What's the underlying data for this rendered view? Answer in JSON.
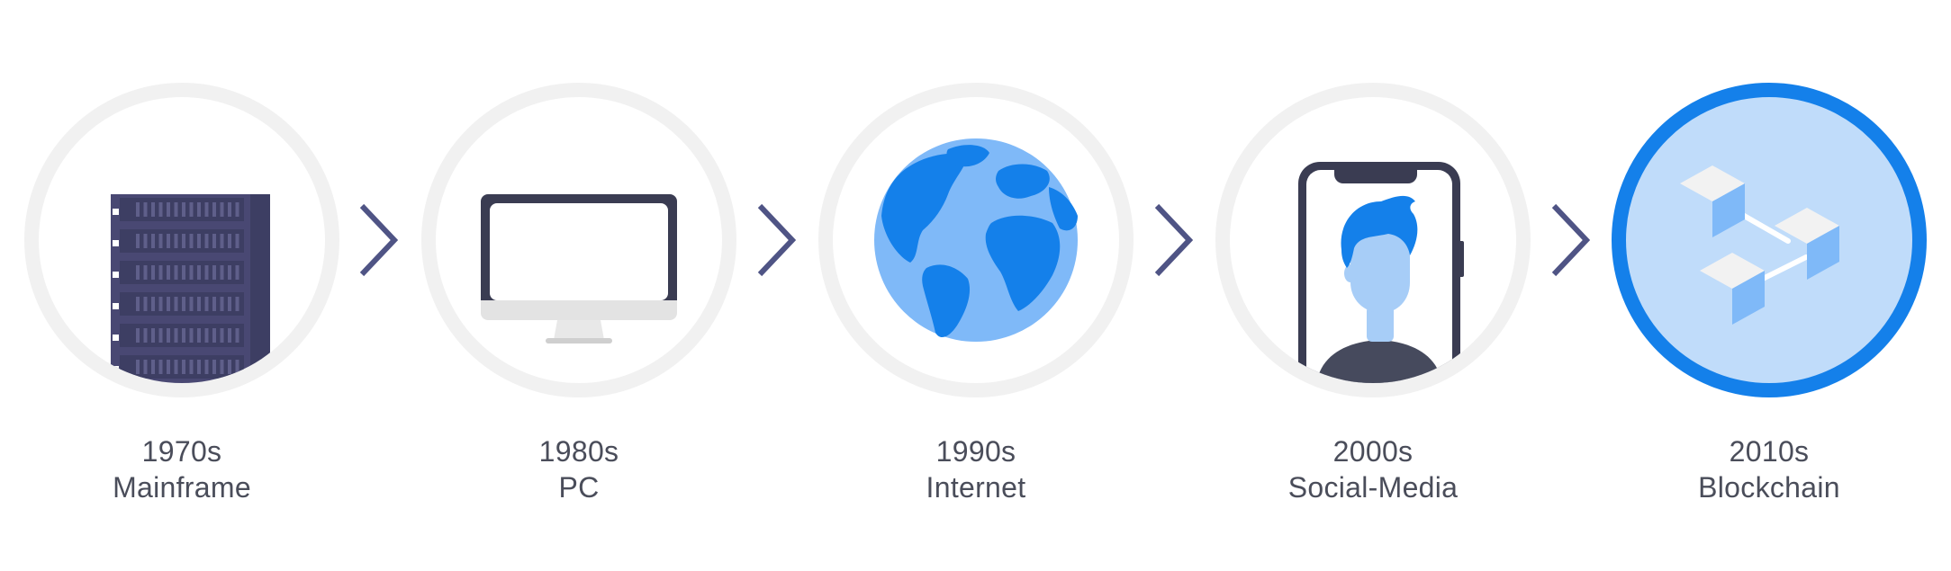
{
  "eras": [
    {
      "year": "1970s",
      "label": "Mainframe",
      "icon": "server-rack-icon"
    },
    {
      "year": "1980s",
      "label": "PC",
      "icon": "desktop-monitor-icon"
    },
    {
      "year": "1990s",
      "label": "Internet",
      "icon": "globe-icon"
    },
    {
      "year": "2000s",
      "label": "Social-Media",
      "icon": "smartphone-profile-icon"
    },
    {
      "year": "2010s",
      "label": "Blockchain",
      "icon": "blockchain-blocks-icon",
      "highlighted": true
    }
  ],
  "colors": {
    "ring": "#f1f1f1",
    "ring_active": "#1480ea",
    "ring_active_fill": "#c0dcfa",
    "text": "#4a4d5a",
    "arrow": "#4f5485",
    "accent_blue": "#1480ea",
    "light_blue": "#7fb9f8",
    "dark_navy": "#3d3e63"
  }
}
